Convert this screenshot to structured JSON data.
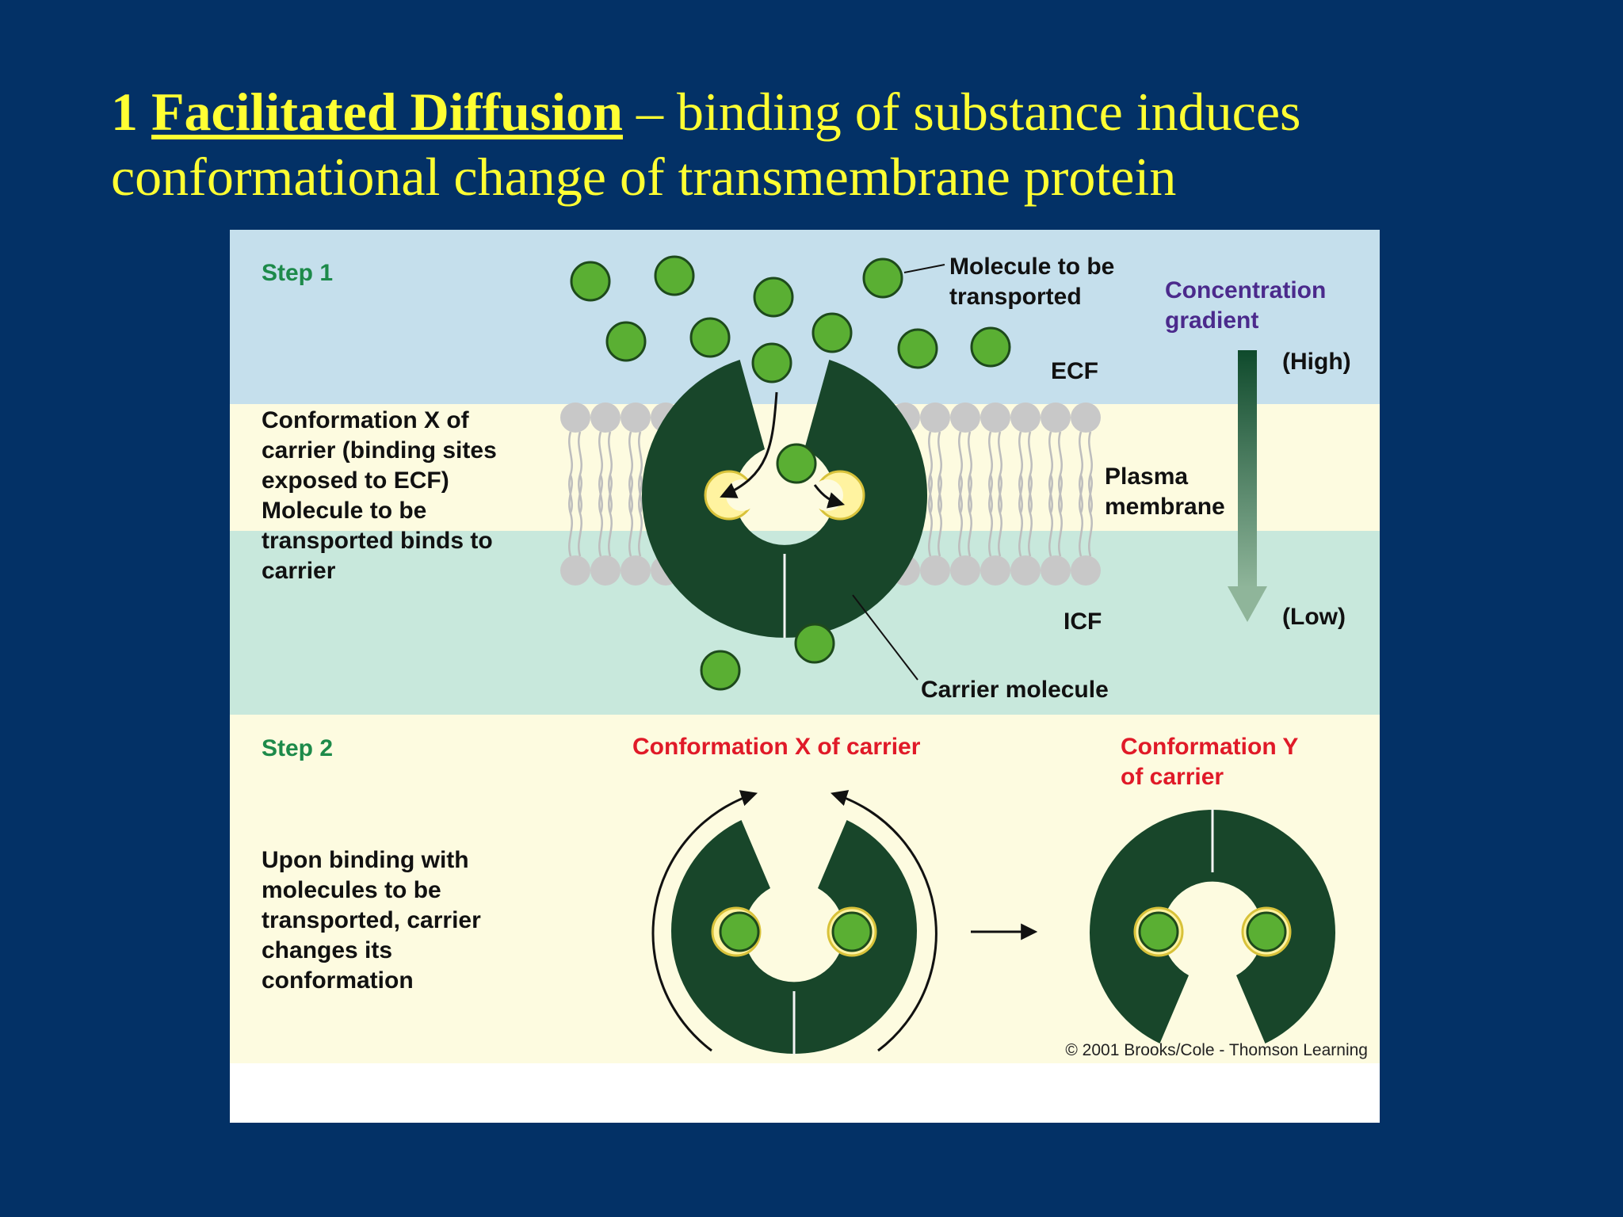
{
  "title": {
    "number": "1",
    "term": "Facilitated Diffusion",
    "rest_line1": " – binding of substance induces",
    "line2": "conformational change of transmembrane protein"
  },
  "step1": {
    "label": "Step 1",
    "description": [
      "Conformation X of",
      "carrier (binding sites",
      "exposed to ECF)",
      "Molecule to be",
      "transported binds to",
      "carrier"
    ],
    "molecule_label": [
      "Molecule to be",
      "transported"
    ],
    "ecf": "ECF",
    "icf": "ICF",
    "membrane": [
      "Plasma",
      "membrane"
    ],
    "carrier_label": "Carrier molecule",
    "gradient_title": [
      "Concentration",
      "gradient"
    ],
    "high": "(High)",
    "low": "(Low)"
  },
  "step2": {
    "label": "Step 2",
    "description": [
      "Upon binding with",
      "molecules to be",
      "transported, carrier",
      "changes its",
      "conformation"
    ],
    "conf_x": "Conformation X of carrier",
    "conf_y": [
      "Conformation Y",
      "of carrier"
    ]
  },
  "copyright": "© 2001 Brooks/Cole - Thomson Learning",
  "colors": {
    "background": "#033166",
    "title": "#ffff33",
    "carrier": "#18462a",
    "molecule": "#5aaf33",
    "step_label": "#1d8a4a",
    "conformation_label": "#e01a28",
    "gradient_label": "#4b2a8c"
  }
}
